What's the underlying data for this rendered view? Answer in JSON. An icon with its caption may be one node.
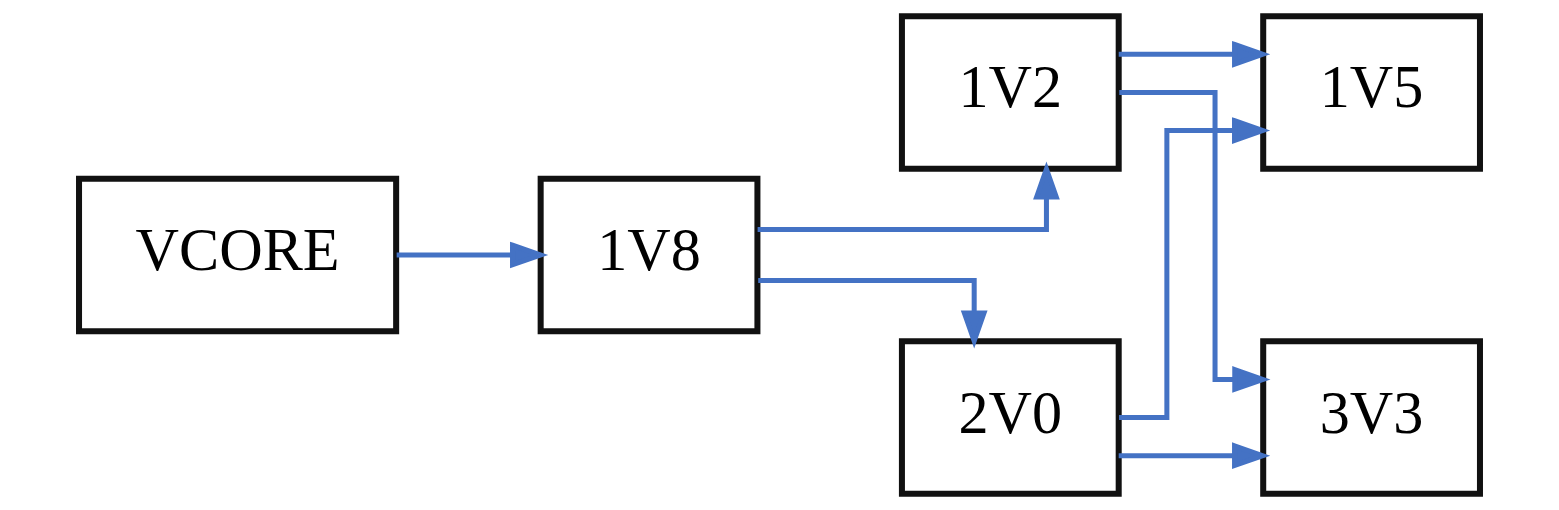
{
  "diagram": {
    "nodes": [
      {
        "text": [
          "VCORE"
        ]
      },
      {
        "text": [
          "1V8"
        ]
      },
      {
        "text": [
          "1V2"
        ]
      },
      {
        "text": [
          "2V0"
        ]
      },
      {
        "text": [
          "1V5"
        ]
      },
      {
        "text": [
          "3V3"
        ]
      }
    ],
    "edges": [
      {
        "from": 0,
        "to": 1,
        "arrow": "to"
      },
      {
        "from": 1,
        "to": 2,
        "arrow": "to"
      },
      {
        "from": 1,
        "to": 3,
        "arrow": "to"
      },
      {
        "from": 2,
        "to": 4,
        "arrow": "to"
      },
      {
        "from": 2,
        "to": 5,
        "arrow": "to"
      },
      {
        "from": 3,
        "to": 4,
        "arrow": "to"
      },
      {
        "from": 3,
        "to": 5,
        "arrow": "to"
      }
    ]
  }
}
